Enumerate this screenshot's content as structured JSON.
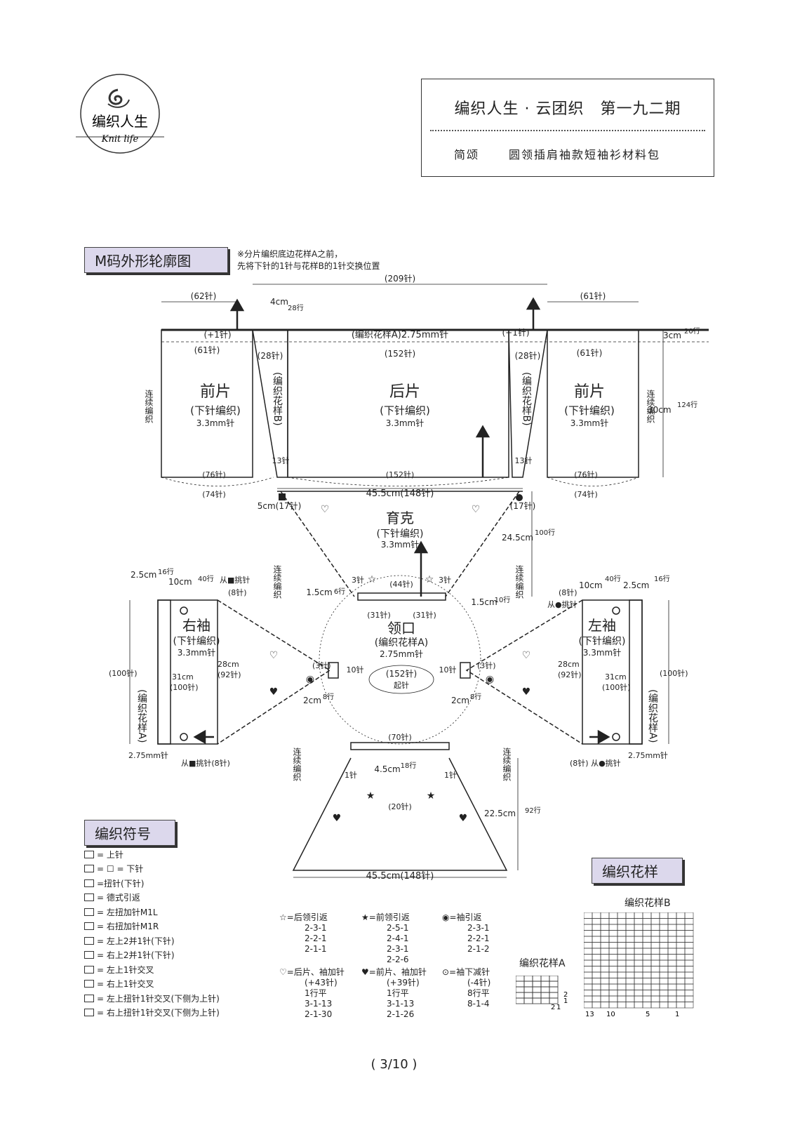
{
  "header": {
    "title": "编织人生 · 云团织　第一九二期",
    "designer": "简颂",
    "product": "圆领插肩袖款短袖衫材料包"
  },
  "logo": {
    "brand": "编织人生",
    "tagline": "Knit life"
  },
  "sections": {
    "outline_title": "M码外形轮廓图",
    "symbols_title": "编织符号",
    "patterns_title": "编织花样"
  },
  "note": {
    "line1": "※分片编织底边花样A之前，",
    "line2": "先将下针的1针与花样B的1针交换位置"
  },
  "diagram": {
    "total_top": "(209针)",
    "front_left_width": "(62针)",
    "front_right_width": "(61针)",
    "band_label": "(编织花样A)2.75mm针",
    "plus1_left": "(+1针)",
    "plus1_right": "(+1针)",
    "four_cm": "4cm",
    "four_cm_rows": "28行",
    "three_cm": "3cm",
    "three_cm_rows": "20行",
    "thirty_cm": "30cm",
    "thirty_cm_rows": "124行",
    "front_top_61_l": "(61针)",
    "front_top_61_r": "(61针)",
    "b28_l": "(28针)",
    "b28_r": "(28针)",
    "back_152_top": "(152针)",
    "front_title": "前片",
    "front_method": "(下针编织)",
    "front_needle": "3.3mm针",
    "back_title": "后片",
    "back_method": "(下针编织)",
    "back_needle": "3.3mm针",
    "pattern_b_vert": "(编织花样B)",
    "continuous": "连续编织",
    "thirteen_st": "13针",
    "bottom_76_l": "(76针)",
    "bottom_76_r": "(76针)",
    "bottom_152": "(152针)",
    "bottom_74_l": "(74针)",
    "bottom_74_r": "(74针)",
    "yoke_width": "45.5cm(148针)",
    "five_cm": "5cm(17针)",
    "seventeen_st": "(17针)",
    "yoke_title": "育克",
    "yoke_method": "(下针编织)",
    "yoke_needle": "3.3mm针",
    "yoke_height": "24.5cm",
    "yoke_rows": "100行",
    "neck_44": "(44针)",
    "neck_31_l": "(31针)",
    "neck_31_r": "(31针)",
    "three_st": "3针",
    "one_five_cm": "1.5cm",
    "six_rows": "6行",
    "ten_rows": "10行",
    "neck_title": "领口",
    "neck_method": "(编织花样A)",
    "neck_needle": "2.75mm针",
    "neck_cast": "(152针)",
    "neck_cast_label": "起针",
    "ten_st": "10针",
    "two_cm": "2cm",
    "eight_rows": "8行",
    "neck_70": "(70针)",
    "four_five_cm": "4.5cm",
    "eighteen_rows": "18行",
    "twenty_st": "(20针)",
    "one_st": "1针",
    "front_yoke_height": "22.5cm",
    "front_yoke_rows": "92行",
    "front_yoke_width": "45.5cm(148针)",
    "sleeve_r_title": "右袖",
    "sleeve_l_title": "左袖",
    "sleeve_method": "(下针编织)",
    "sleeve_needle": "3.3mm针",
    "sleeve_pattern_a": "(编织花样A)",
    "sleeve_cuff_needle": "2.75mm针",
    "two_five_cm": "2.5cm",
    "sixteen_rows": "16行",
    "ten_cm": "10cm",
    "forty_rows": "40行",
    "pick_sq": "从■挑针",
    "pick_dot": "从●挑针",
    "eight_st": "(8针)",
    "pick_sq_8": "从■挑针(8针)",
    "pick_dot_8": "(8针) 从●挑针",
    "hundred_st": "(100针)",
    "thirtyone_cm": "31cm",
    "hundred_st2": "(100针)",
    "twentyeight_cm": "28cm",
    "ninetytwo_st": "(92针)",
    "three_st2": "(3针)"
  },
  "symbols": [
    {
      "icon": "purl-icon",
      "label": "= 上针"
    },
    {
      "icon": "knit-icon",
      "label": "= ☐ = 下针"
    },
    {
      "icon": "twist-icon",
      "label": "=扭针(下针)"
    },
    {
      "icon": "german-short-row-icon",
      "label": "= 德式引返"
    },
    {
      "icon": "m1l-icon",
      "label": "= 左扭加针M1L"
    },
    {
      "icon": "m1r-icon",
      "label": "= 右扭加针M1R"
    },
    {
      "icon": "left-k2tog-icon",
      "label": "= 左上2并1针(下针)"
    },
    {
      "icon": "right-k2tog-icon",
      "label": "= 右上2并1针(下针)"
    },
    {
      "icon": "left-cross-icon",
      "label": "= 左上1针交叉"
    },
    {
      "icon": "right-cross-icon",
      "label": "= 右上1针交叉"
    },
    {
      "icon": "left-twist-cross-icon",
      "label": "= 左上扭针1针交叉(下侧为上针)"
    },
    {
      "icon": "right-twist-cross-icon",
      "label": "= 右上扭针1针交叉(下侧为上针)"
    }
  ],
  "rules": [
    {
      "label": "☆=后领引返",
      "values": [
        "2-3-1",
        "2-2-1",
        "2-1-1"
      ]
    },
    {
      "label": "★=前领引返",
      "values": [
        "2-5-1",
        "2-4-1",
        "2-3-1",
        "2-2-6"
      ]
    },
    {
      "label": "◉=袖引返",
      "values": [
        "2-3-1",
        "2-2-1",
        "2-1-2"
      ]
    },
    {
      "label": "♡=后片、袖加针",
      "values": [
        "(+43针)",
        "1行平",
        "3-1-13",
        "2-1-30"
      ]
    },
    {
      "label": "♥=前片、袖加针",
      "values": [
        "(+39针)",
        "1行平",
        "3-1-13",
        "2-1-26"
      ]
    },
    {
      "label": "⊙=袖下减针",
      "values": [
        "(-4针)",
        "8行平",
        "8-1-4"
      ]
    }
  ],
  "pattern_a": {
    "title": "编织花样A",
    "col_labels": [
      "2",
      "1"
    ],
    "row_labels": [
      "2",
      "1"
    ]
  },
  "pattern_b": {
    "title": "编织花样B",
    "col_labels": [
      "13",
      "10",
      "5",
      "1"
    ]
  },
  "footer": {
    "page": "( 3/10 )"
  },
  "colors": {
    "tag_bg": "#dcd8ec",
    "line": "#222222"
  }
}
